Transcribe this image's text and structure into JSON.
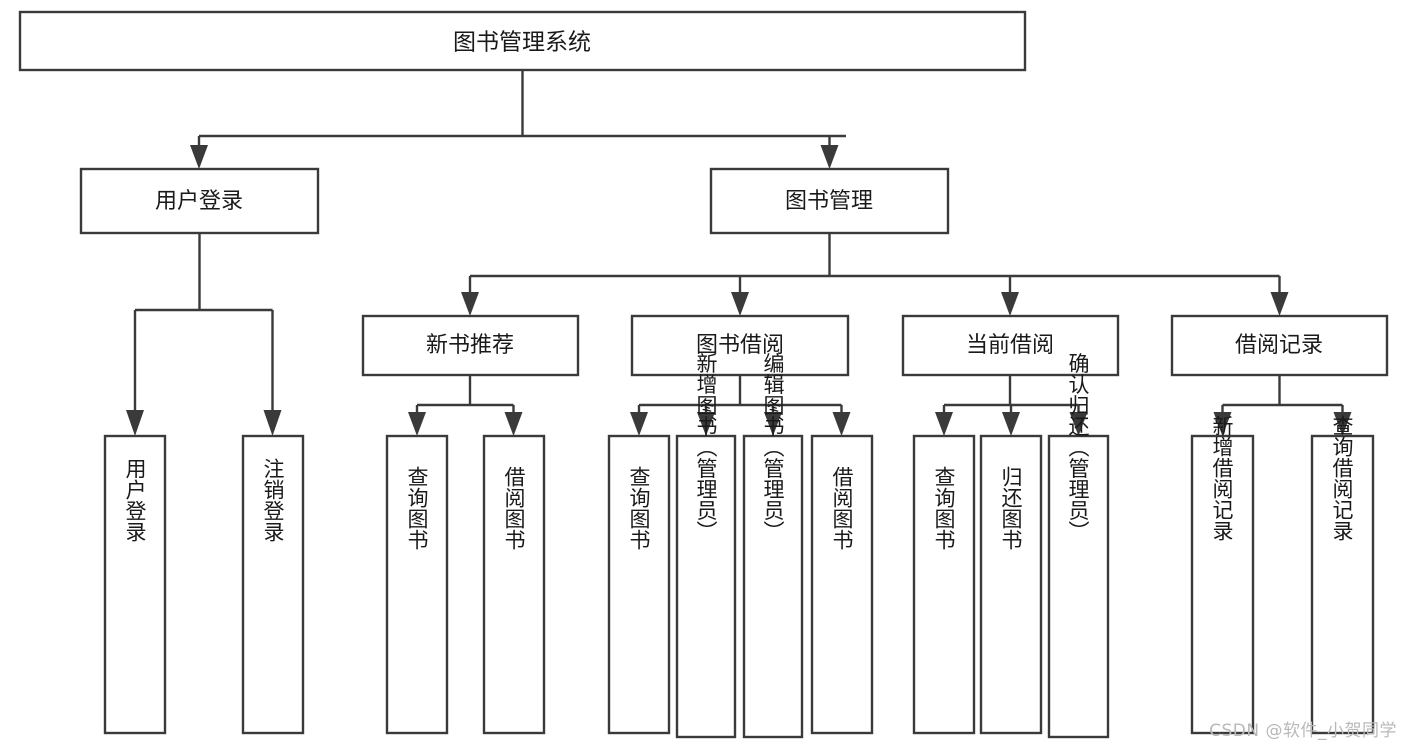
{
  "diagram": {
    "title": "图书管理系统",
    "type": "tree-hierarchy",
    "watermark": "CSDN @软件_小贺同学",
    "colors": {
      "stroke": "#3a3a3a",
      "fill": "#ffffff",
      "text": "#1a1a1a",
      "watermark": "#b9b9b9",
      "background": "#ffffff"
    },
    "root": {
      "label": "图书管理系统"
    },
    "level2": [
      {
        "id": "user-login",
        "label": "用户登录"
      },
      {
        "id": "book-management",
        "label": "图书管理"
      }
    ],
    "level3": [
      {
        "id": "new-book-recommend",
        "label": "新书推荐",
        "parent": "book-management"
      },
      {
        "id": "book-borrow",
        "label": "图书借阅",
        "parent": "book-management"
      },
      {
        "id": "current-borrow",
        "label": "当前借阅",
        "parent": "book-management"
      },
      {
        "id": "borrow-record",
        "label": "借阅记录",
        "parent": "book-management"
      }
    ],
    "leaves": {
      "user-login": [
        {
          "id": "leaf-user-login",
          "label": "用户登录"
        },
        {
          "id": "leaf-user-logout",
          "label": "注销登录"
        }
      ],
      "new-book-recommend": [
        {
          "id": "leaf-query-book-1",
          "label": "查询图书"
        },
        {
          "id": "leaf-borrow-book-1",
          "label": "借阅图书"
        }
      ],
      "book-borrow": [
        {
          "id": "leaf-query-book-2",
          "label": "查询图书"
        },
        {
          "id": "leaf-add-book",
          "label": "新增图书（管理员）"
        },
        {
          "id": "leaf-edit-book",
          "label": "编辑图书（管理员）"
        },
        {
          "id": "leaf-borrow-book-2",
          "label": "借阅图书"
        }
      ],
      "current-borrow": [
        {
          "id": "leaf-query-book-3",
          "label": "查询图书"
        },
        {
          "id": "leaf-return-book",
          "label": "归还图书"
        },
        {
          "id": "leaf-confirm-return",
          "label": "确认归还（管理员）"
        }
      ],
      "borrow-record": [
        {
          "id": "leaf-add-record",
          "label": "新增借阅记录"
        },
        {
          "id": "leaf-query-record",
          "label": "查询借阅记录"
        }
      ]
    }
  }
}
